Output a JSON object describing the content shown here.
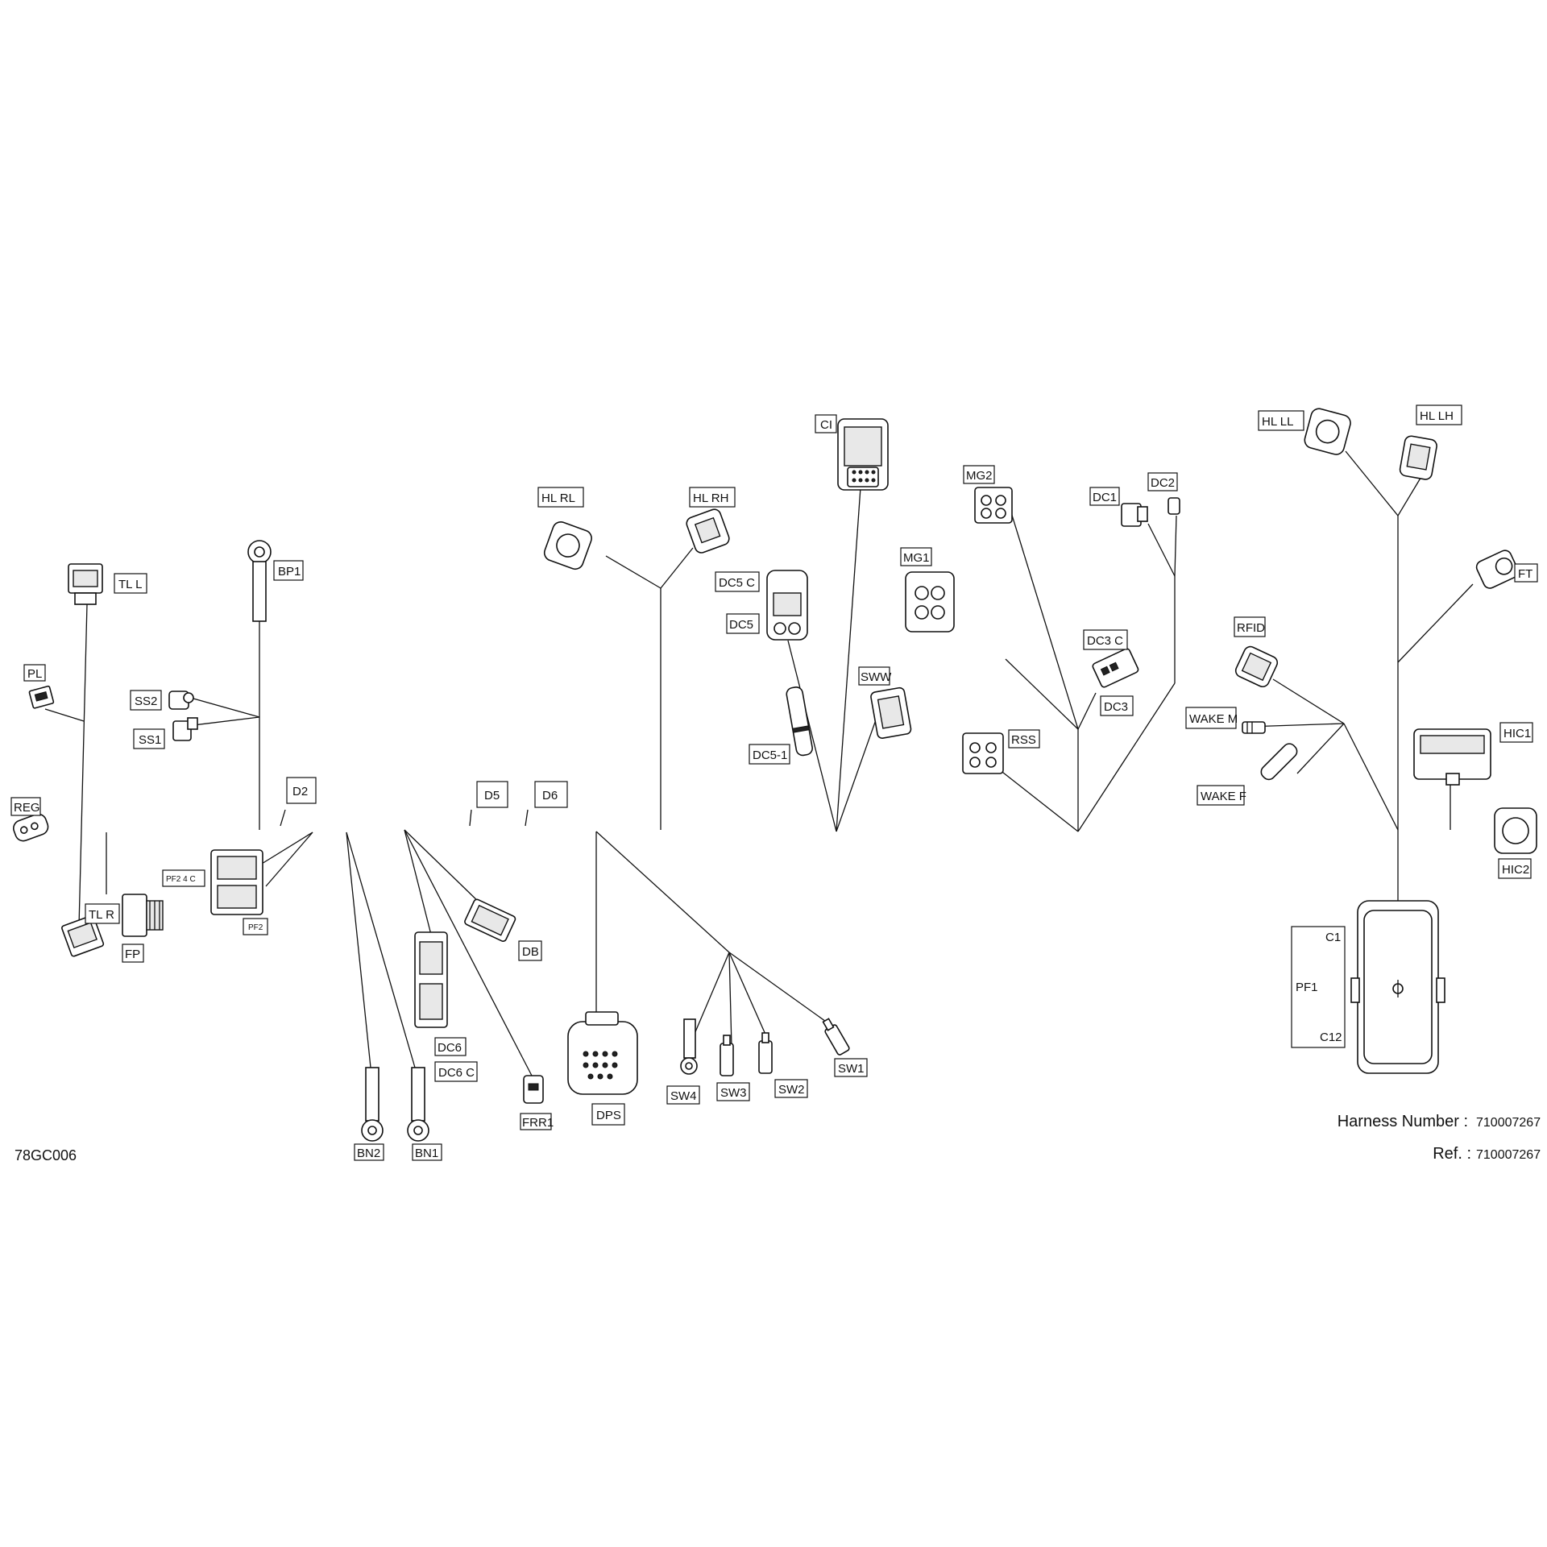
{
  "labels": {
    "tl_l": "TL  L",
    "pl": "PL",
    "reg": "REG",
    "tl_r": "TL  R",
    "fp": "FP",
    "bp1": "BP1",
    "ss2": "SS2",
    "ss1": "SS1",
    "d2": "D2",
    "pf2_4c": "PF2 4 C",
    "pf2": "PF2",
    "d5": "D5",
    "d6": "D6",
    "db": "DB",
    "dc6": "DC6",
    "dc6_c": "DC6  C",
    "frr1": "FRR1",
    "bn2": "BN2",
    "bn1": "BN1",
    "hl_rl": "HL  RL",
    "hl_rh": "HL  RH",
    "dps": "DPS",
    "sw4": "SW4",
    "sw3": "SW3",
    "sw2": "SW2",
    "sw1": "SW1",
    "ci": "CI",
    "dc5_c": "DC5  C",
    "dc5": "DC5",
    "dc5_1": "DC5-1",
    "sww": "SWW",
    "mg2": "MG2",
    "mg1": "MG1",
    "dc1": "DC1",
    "dc2": "DC2",
    "dc3_c": "DC3  C",
    "dc3": "DC3",
    "rss": "RSS",
    "hl_ll": "HL  LL",
    "hl_lh": "HL  LH",
    "ft": "FT",
    "rfid": "RFID",
    "wake_m": "WAKE M",
    "wake_f": "WAKE F",
    "hic1": "HIC1",
    "hic2": "HIC2",
    "pf1": "PF1",
    "c1": "C1",
    "c12": "C12"
  },
  "footer": {
    "figure_code": "78GC006",
    "harness_label": "Harness Number :",
    "harness_value": "710007267",
    "ref_label": "Ref. :",
    "ref_value": "710007267"
  }
}
